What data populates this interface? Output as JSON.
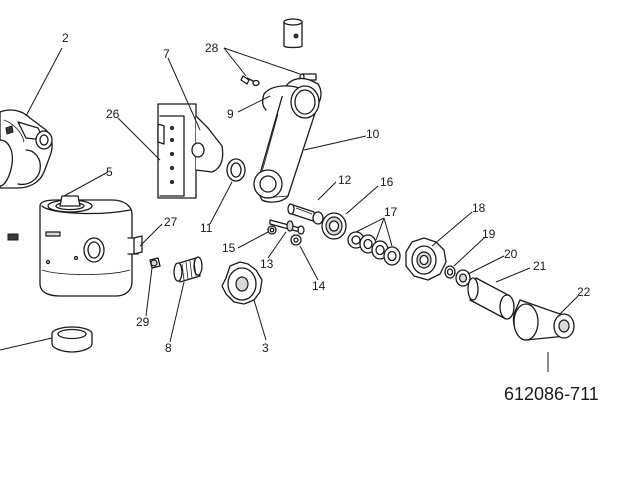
{
  "drawing_number": "612086-711",
  "callouts": {
    "c2": "2",
    "c3": "3",
    "c5": "5",
    "c7": "7",
    "c8": "8",
    "c9": "9",
    "c10": "10",
    "c11": "11",
    "c12": "12",
    "c13": "13",
    "c14": "14",
    "c15": "15",
    "c16": "16",
    "c17": "17",
    "c18": "18",
    "c19": "19",
    "c20": "20",
    "c21": "21",
    "c22": "22",
    "c26": "26",
    "c27": "27",
    "c28": "28",
    "c29": "29"
  }
}
